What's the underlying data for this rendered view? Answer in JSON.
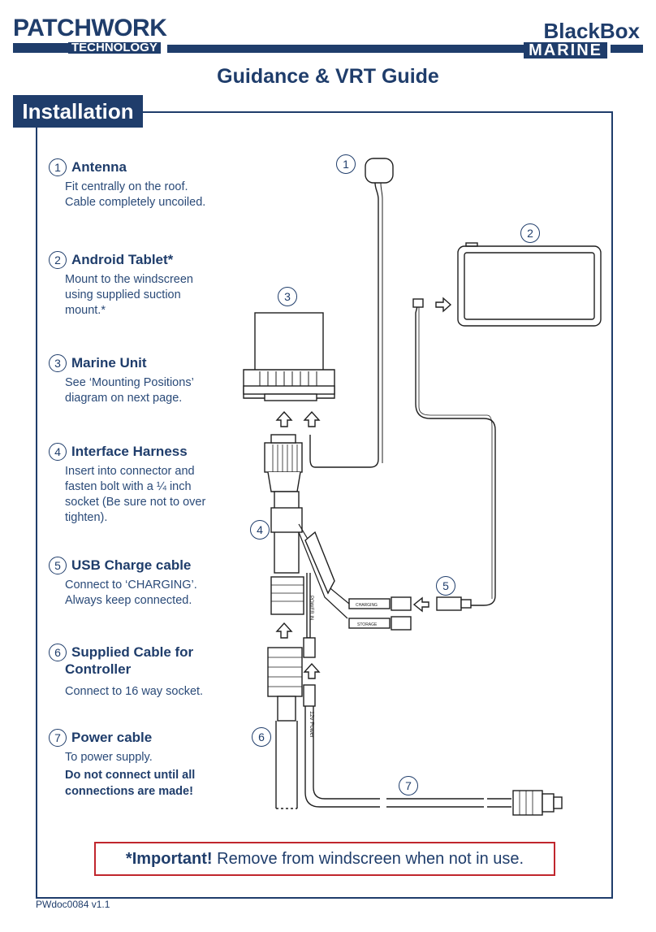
{
  "header": {
    "brand_left_main": "PATCHWORK",
    "brand_left_sub": "TECHNOLOGY",
    "brand_right_main": "BlackBox",
    "brand_right_sub": "MARINE",
    "title": "Guidance & VRT Guide"
  },
  "section": {
    "title": "Installation"
  },
  "steps": [
    {
      "num": "1",
      "title": "Antenna",
      "body": [
        "Fit centrally on the roof.",
        "Cable completely uncoiled."
      ]
    },
    {
      "num": "2",
      "title": "Android Tablet*",
      "body": [
        "Mount to the windscreen",
        "using supplied suction",
        "mount.*"
      ]
    },
    {
      "num": "3",
      "title": "Marine Unit",
      "body": [
        "See ‘Mounting Positions’",
        "diagram on next page."
      ]
    },
    {
      "num": "4",
      "title": "Interface Harness",
      "body": [
        "Insert into connector and",
        "fasten bolt with a ¼ inch",
        "socket (Be sure not to over",
        "tighten)."
      ]
    },
    {
      "num": "5",
      "title": "USB Charge cable",
      "body": [
        "Connect to ‘CHARGING’.",
        "Always keep connected."
      ]
    },
    {
      "num": "6",
      "title": "Supplied Cable for",
      "title2": "Controller",
      "body": [
        "Connect to 16 way socket."
      ]
    },
    {
      "num": "7",
      "title": "Power cable",
      "body": [
        "To power supply."
      ],
      "warning": [
        "Do not connect until all",
        "connections are made!"
      ]
    }
  ],
  "diagram": {
    "labels": {
      "charging": "CHARGING",
      "storage": "STORAGE",
      "power_in": "POWER IN",
      "power_12v": "12v Power"
    },
    "callouts": [
      "1",
      "2",
      "3",
      "4",
      "5",
      "6",
      "7"
    ]
  },
  "important": {
    "bold": "*Important!",
    "text": " Remove from windscreen when not in use."
  },
  "footer": {
    "doc_id": "PWdoc0084 v1.1"
  },
  "colors": {
    "brand": "#1f3d6b",
    "warning_border": "#c0262d"
  }
}
